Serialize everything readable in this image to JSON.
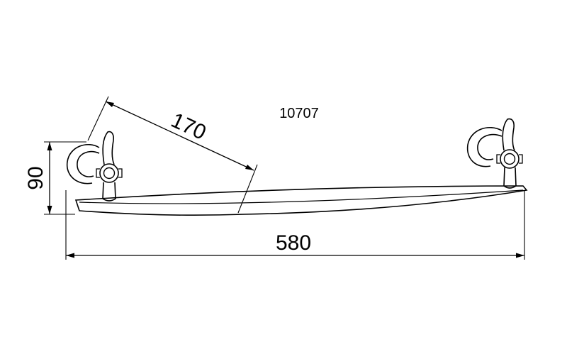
{
  "model_code": "10707",
  "dimensions": {
    "depth": "170",
    "height": "90",
    "width": "580"
  },
  "colors": {
    "stroke": "#000000",
    "background": "#ffffff"
  }
}
